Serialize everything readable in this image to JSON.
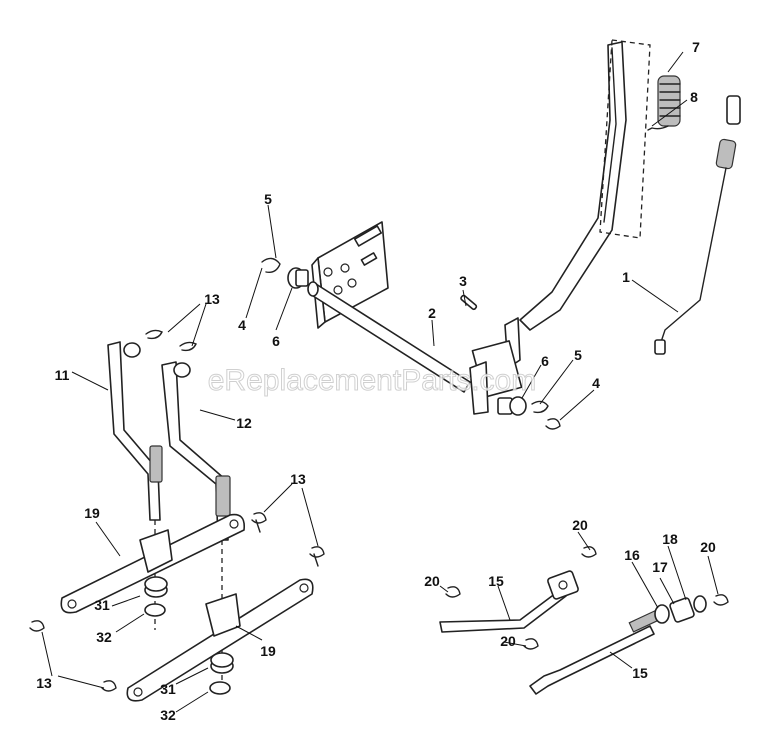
{
  "watermark": "eReplacementParts.com",
  "callouts": [
    {
      "id": "c7",
      "text": "7"
    },
    {
      "id": "c8",
      "text": "8"
    },
    {
      "id": "c1",
      "text": "1"
    },
    {
      "id": "c5a",
      "text": "5"
    },
    {
      "id": "c4a",
      "text": "4"
    },
    {
      "id": "c6a",
      "text": "6"
    },
    {
      "id": "c3",
      "text": "3"
    },
    {
      "id": "c2",
      "text": "2"
    },
    {
      "id": "c6b",
      "text": "6"
    },
    {
      "id": "c5b",
      "text": "5"
    },
    {
      "id": "c4b",
      "text": "4"
    },
    {
      "id": "c13a",
      "text": "13"
    },
    {
      "id": "c11",
      "text": "11"
    },
    {
      "id": "c12",
      "text": "12"
    },
    {
      "id": "c13b",
      "text": "13"
    },
    {
      "id": "c19a",
      "text": "19"
    },
    {
      "id": "c31a",
      "text": "31"
    },
    {
      "id": "c32a",
      "text": "32"
    },
    {
      "id": "c19b",
      "text": "19"
    },
    {
      "id": "c13c",
      "text": "13"
    },
    {
      "id": "c31b",
      "text": "31"
    },
    {
      "id": "c32b",
      "text": "32"
    },
    {
      "id": "c20a",
      "text": "20"
    },
    {
      "id": "c16",
      "text": "16"
    },
    {
      "id": "c18",
      "text": "18"
    },
    {
      "id": "c17",
      "text": "17"
    },
    {
      "id": "c20b",
      "text": "20"
    },
    {
      "id": "c20c",
      "text": "20"
    },
    {
      "id": "c15a",
      "text": "15"
    },
    {
      "id": "c20d",
      "text": "20"
    },
    {
      "id": "c15b",
      "text": "15"
    }
  ]
}
